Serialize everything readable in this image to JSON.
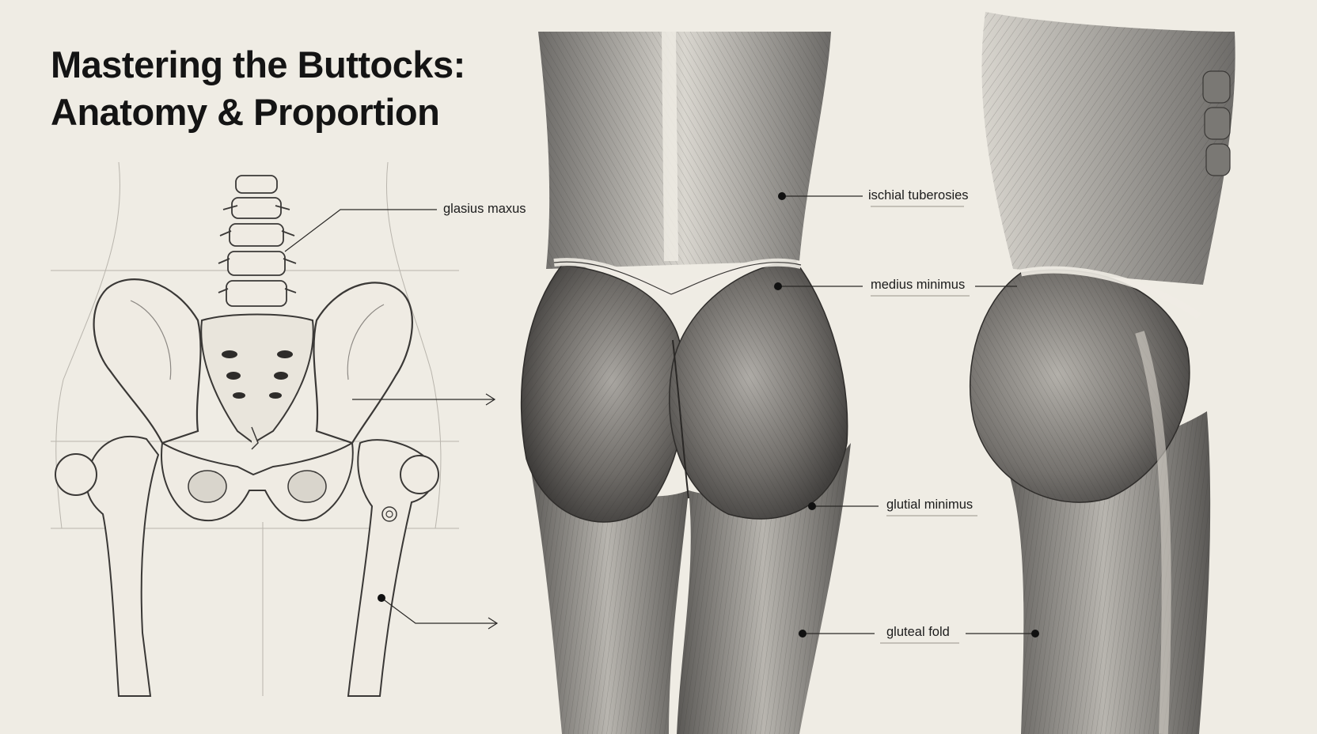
{
  "title": {
    "line1": "Mastering the Buttocks:",
    "line2": "Anatomy & Proportion"
  },
  "labels": {
    "glasius_maxus": "glasius maxus",
    "ischial_tuberosies": "ischial tuberosies",
    "medius_minimus": "medius minimus",
    "glutial_minimus": "glutial minimus",
    "gluteal_fold": "gluteal fold"
  },
  "colors": {
    "paper": "#efece4",
    "ink": "#141414",
    "muscle_dark": "#4a4846",
    "muscle_mid": "#8d8a86",
    "bone": "#f2efe8"
  }
}
